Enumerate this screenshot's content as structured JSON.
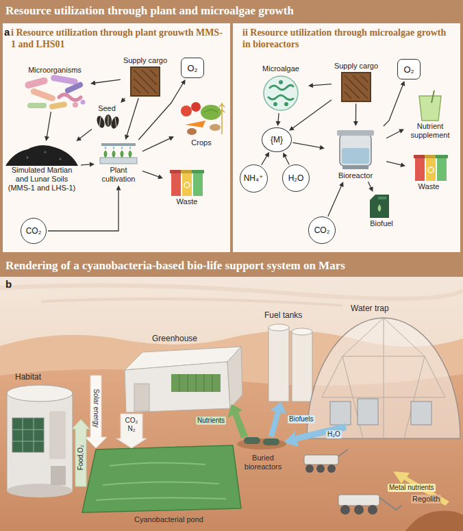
{
  "diagram": {
    "nodes": [
      {
        "text": [
          "Resource utilization through plant and microalgae growth",
          "a"
        ]
      },
      {
        "text": [
          "i Resource utilization through plant grouwth MMS-1 and LHS01"
        ],
        "in": 0
      },
      {
        "text": [
          "Microorganisms"
        ],
        "in": 1
      },
      {
        "text": [
          "Supply cargo"
        ],
        "in": 1
      },
      {
        "text": [
          "O₂"
        ],
        "in": 1
      },
      {
        "text": [
          "Seed"
        ],
        "in": 1
      },
      {
        "text": [
          "Crops"
        ],
        "in": 1
      },
      {
        "text": [
          "Simulated Martian and Lunar Soils (MMS-1 and LHS-1)"
        ],
        "in": 1
      },
      {
        "text": [
          "Plant cultivation"
        ],
        "in": 1
      },
      {
        "text": [
          "Waste"
        ],
        "in": 1
      },
      {
        "text": [
          "CO₂"
        ],
        "in": 1
      },
      {
        "text": [
          "ii Resource utilization through microalgae growth in bioreactors"
        ],
        "in": 0
      },
      {
        "text": [
          "Microalgae"
        ],
        "in": 11
      },
      {
        "text": [
          "Supply cargo"
        ],
        "in": 11
      },
      {
        "text": [
          "O₂"
        ],
        "in": 11
      },
      {
        "text": [
          "Nutrient supplement"
        ],
        "in": 11
      },
      {
        "text": [
          "{M}"
        ],
        "in": 11
      },
      {
        "text": [
          "Bioreactor"
        ],
        "in": 11
      },
      {
        "text": [
          "NH₄⁺"
        ],
        "in": 11
      },
      {
        "text": [
          "H₂O"
        ],
        "in": 11
      },
      {
        "text": [
          "Waste"
        ],
        "in": 11
      },
      {
        "text": [
          "CO₂"
        ],
        "in": 11
      },
      {
        "text": [
          "Biofuel"
        ],
        "in": 11
      },
      {
        "text": [
          "Rendering of a cyanobacteria-based bio-life support system on Mars",
          "b"
        ]
      }
    ],
    "edges": [
      {
        "from": 3,
        "to": 2,
        "arrow": "to"
      },
      {
        "from": 3,
        "to": 5,
        "arrow": "to"
      },
      {
        "from": 3,
        "to": 8,
        "arrow": "to"
      },
      {
        "from": 2,
        "to": 7,
        "arrow": "to"
      },
      {
        "from": 5,
        "to": 7,
        "arrow": "to"
      },
      {
        "from": 7,
        "to": 8,
        "arrow": "to"
      },
      {
        "from": 10,
        "to": 8,
        "arrow": "to"
      },
      {
        "from": 8,
        "to": 4,
        "arrow": "to"
      },
      {
        "from": 8,
        "to": 6,
        "arrow": "to"
      },
      {
        "from": 8,
        "to": 9,
        "arrow": "to"
      },
      {
        "from": 13,
        "to": 12,
        "arrow": "to"
      },
      {
        "from": 12,
        "to": 16,
        "arrow": "to"
      },
      {
        "from": 13,
        "to": 16,
        "arrow": "to"
      },
      {
        "from": 13,
        "to": 17,
        "arrow": "to"
      },
      {
        "from": 18,
        "to": 16,
        "arrow": "to"
      },
      {
        "from": 19,
        "to": 16,
        "arrow": "to"
      },
      {
        "from": 16,
        "to": 17,
        "arrow": "to"
      },
      {
        "from": 21,
        "to": 17,
        "arrow": "to"
      },
      {
        "from": 17,
        "to": 14,
        "arrow": "to"
      },
      {
        "from": 17,
        "to": 15,
        "arrow": "to"
      },
      {
        "from": 17,
        "to": 20,
        "arrow": "to"
      },
      {
        "from": 17,
        "to": 22,
        "arrow": "to"
      }
    ],
    "labels": [
      "Habitat",
      "Solar energy",
      "Food,O₂",
      "CO₂ N₂",
      "Greenhouse",
      "Nutrients",
      "Fuel tanks",
      "Biofuels",
      "Water trap",
      "H₂O",
      "Buried bioreactors",
      "Metal nutrients",
      "Regolith",
      "Cyanobacterial pond"
    ]
  }
}
